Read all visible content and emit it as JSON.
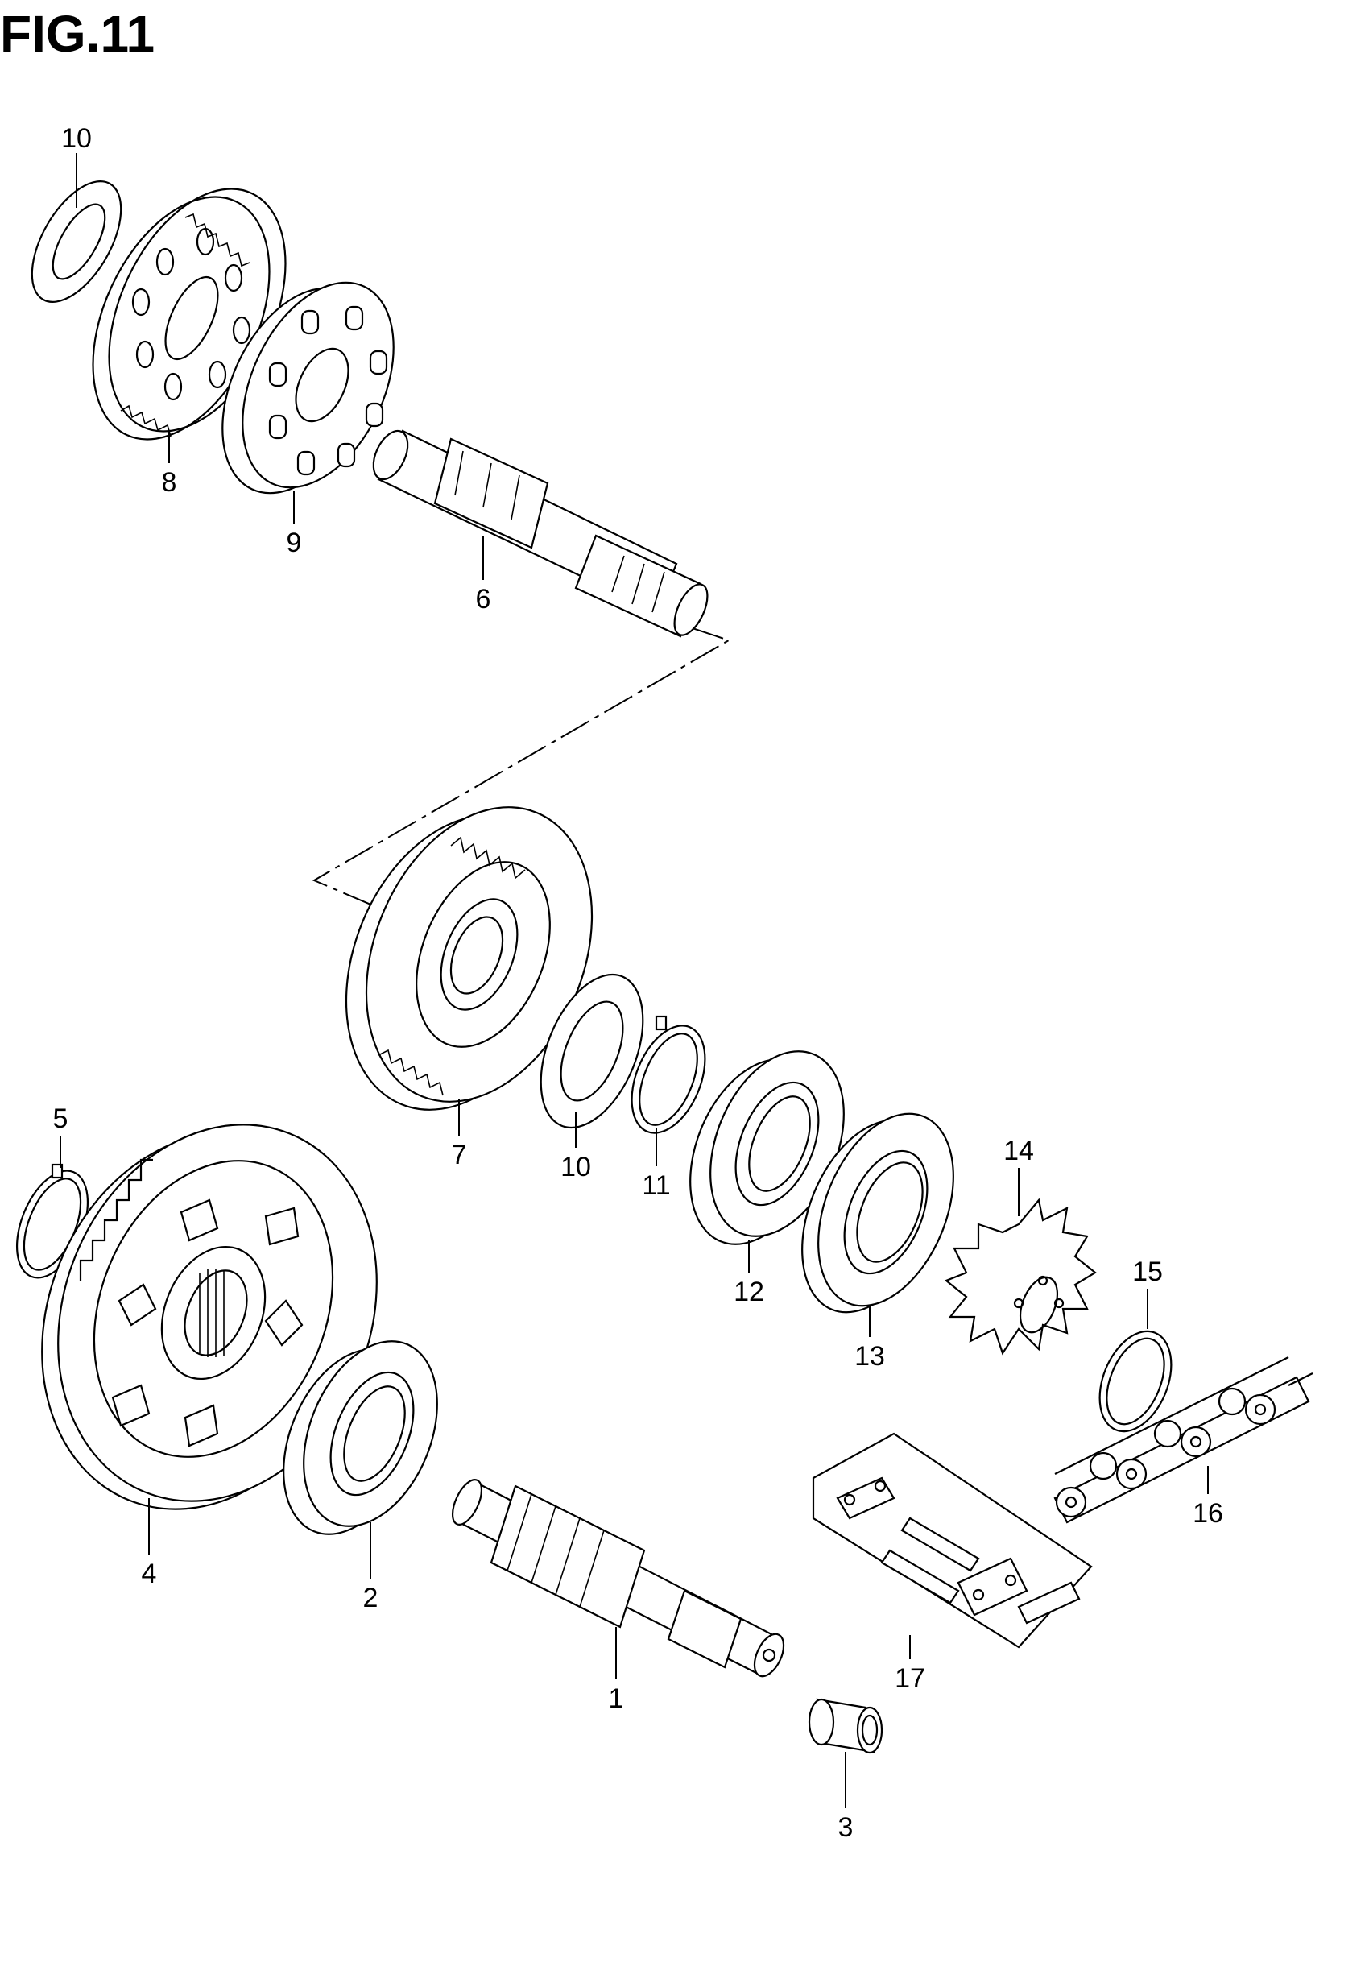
{
  "figure": {
    "title": "FIG.11"
  },
  "callouts": {
    "c1": "1",
    "c2": "2",
    "c3": "3",
    "c4": "4",
    "c5": "5",
    "c6": "6",
    "c7": "7",
    "c8": "8",
    "c9": "9",
    "c10a": "10",
    "c10b": "10",
    "c11": "11",
    "c12": "12",
    "c13": "13",
    "c14": "14",
    "c15": "15",
    "c16": "16",
    "c17": "17"
  }
}
